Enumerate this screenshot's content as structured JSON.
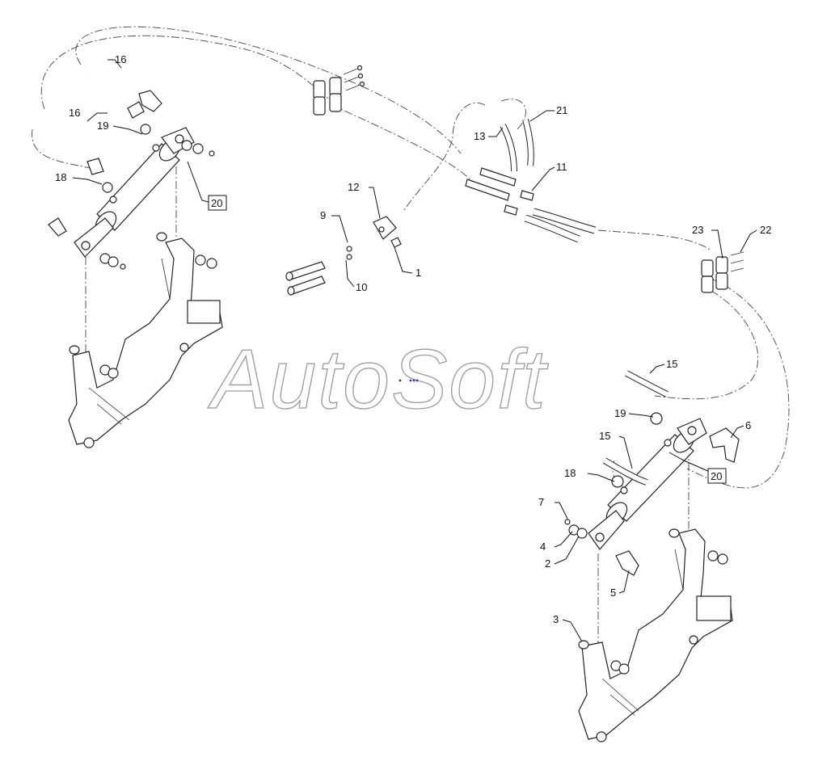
{
  "watermark": {
    "text": "AutoSoft",
    "color": "#9a9a9a"
  },
  "callouts": {
    "c1": "1",
    "c2": "2",
    "c3": "3",
    "c4": "4",
    "c5": "5",
    "c6": "6",
    "c7": "7",
    "c9": "9",
    "c10": "10",
    "c11": "11",
    "c12": "12",
    "c13": "13",
    "c15a": "15",
    "c15b": "15",
    "c16a": "16",
    "c16b": "16",
    "c18a": "18",
    "c18b": "18",
    "c19a": "19",
    "c19b": "19",
    "c20a": "20",
    "c20b": "20",
    "c21": "21",
    "c22": "22",
    "c23": "23"
  },
  "icons": {
    "hydraulic_cylinder": "hydraulic-cylinder-icon",
    "hose": "hose-icon",
    "clamp": "clamp-block-icon",
    "bracket": "loader-bracket-icon"
  }
}
